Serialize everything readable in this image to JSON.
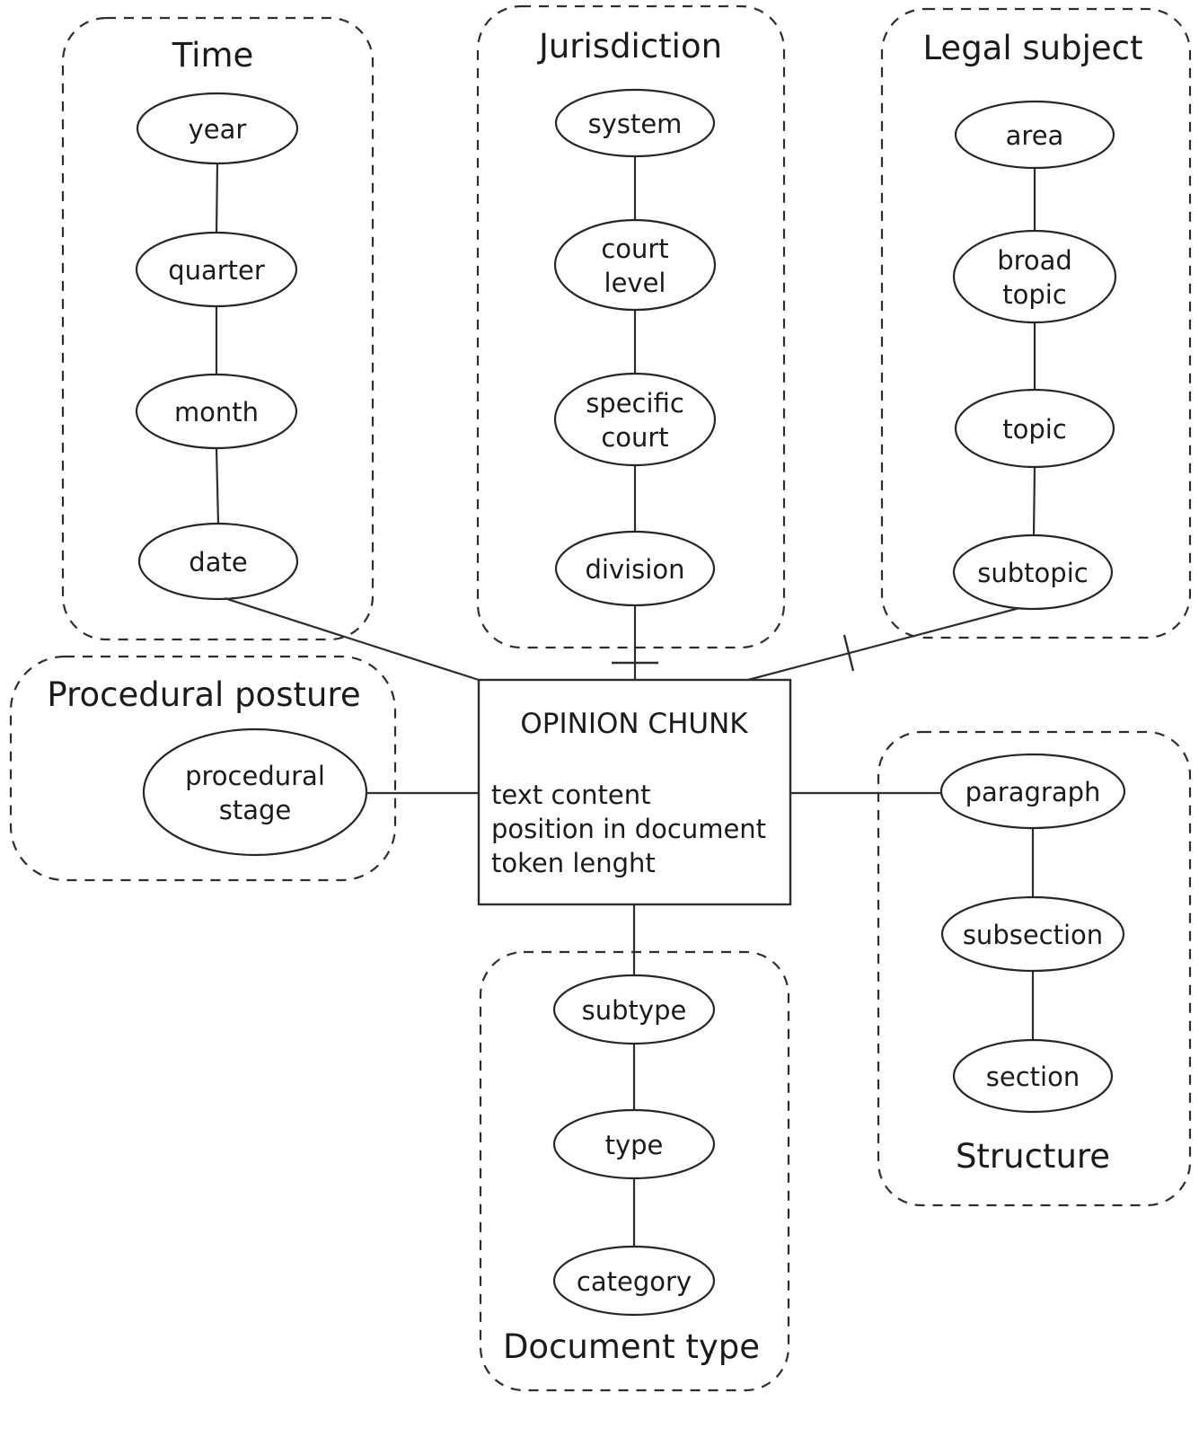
{
  "figure": {
    "background": "#ffffff",
    "line_color": "#2d2d2d",
    "text_color": "#1b1b1b"
  },
  "entity": {
    "title": "OPINION CHUNK",
    "attributes": [
      "text content",
      "position in document",
      "token lenght"
    ]
  },
  "groups": [
    {
      "id": "time",
      "title": "Time",
      "nodes": [
        {
          "lines": [
            "year"
          ]
        },
        {
          "lines": [
            "quarter"
          ]
        },
        {
          "lines": [
            "month"
          ]
        },
        {
          "lines": [
            "date"
          ]
        }
      ]
    },
    {
      "id": "jurisdiction",
      "title": "Jurisdiction",
      "nodes": [
        {
          "lines": [
            "system"
          ]
        },
        {
          "lines": [
            "court",
            "level"
          ]
        },
        {
          "lines": [
            "specific",
            "court"
          ]
        },
        {
          "lines": [
            "division"
          ]
        }
      ]
    },
    {
      "id": "legal-subject",
      "title": "Legal subject",
      "nodes": [
        {
          "lines": [
            "area"
          ]
        },
        {
          "lines": [
            "broad",
            "topic"
          ]
        },
        {
          "lines": [
            "topic"
          ]
        },
        {
          "lines": [
            "subtopic"
          ]
        }
      ]
    },
    {
      "id": "procedural-posture",
      "title": "Procedural posture",
      "nodes": [
        {
          "lines": [
            "procedural",
            "stage"
          ]
        }
      ]
    },
    {
      "id": "structure",
      "title": "Structure",
      "nodes": [
        {
          "lines": [
            "paragraph"
          ]
        },
        {
          "lines": [
            "subsection"
          ]
        },
        {
          "lines": [
            "section"
          ]
        }
      ]
    },
    {
      "id": "document-type",
      "title": "Document type",
      "nodes": [
        {
          "lines": [
            "subtype"
          ]
        },
        {
          "lines": [
            "type"
          ]
        },
        {
          "lines": [
            "category"
          ]
        }
      ]
    }
  ]
}
